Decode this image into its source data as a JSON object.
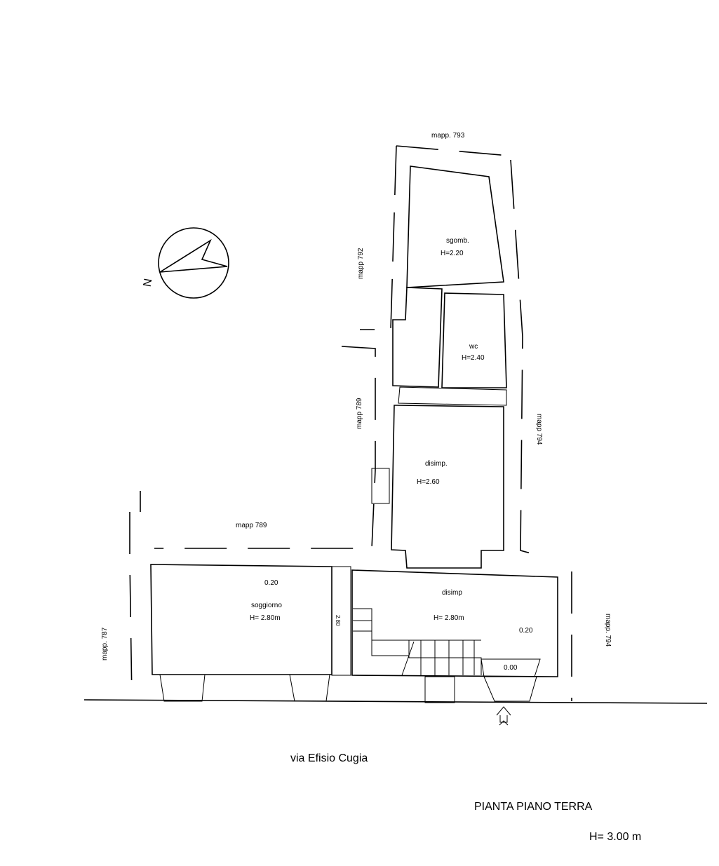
{
  "title": "PIANTA PIANO TERRA",
  "height_note": "H= 3.00 m",
  "street": "via Efisio Cugia",
  "parcels": {
    "north_top": "mapp. 793",
    "left_upper": "mapp 792",
    "left_middle": "mapp 789",
    "left_lower_horizontal": "mapp 789",
    "left_bottom": "mapp. 787",
    "right_upper": "mapp 794",
    "right_lower": "mapp. 794"
  },
  "rooms": [
    {
      "name": "sgomb.",
      "height": "H=2.20"
    },
    {
      "name": "wc",
      "height": "H=2.40"
    },
    {
      "name": "disimp.",
      "height": "H=2.60"
    },
    {
      "name": "soggiorno",
      "height": "H= 2.80m"
    },
    {
      "name": "disimp",
      "height": "H= 2.80m"
    }
  ],
  "levels": [
    "0.20",
    "0.20",
    "0.00"
  ],
  "wall_dimension": "2.80",
  "north_symbol": "N"
}
